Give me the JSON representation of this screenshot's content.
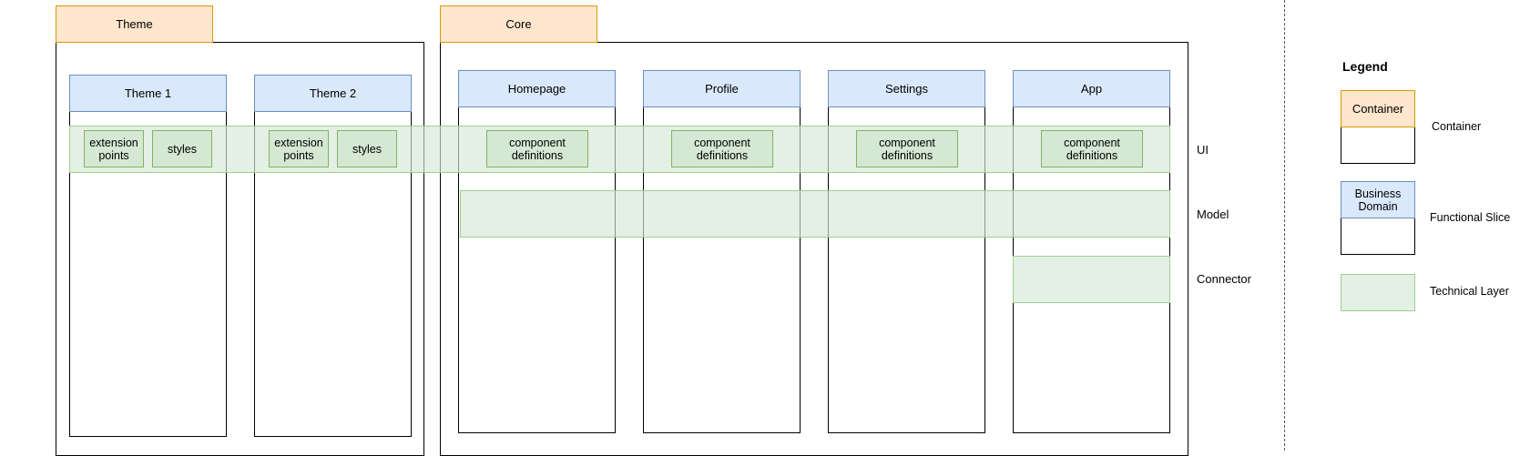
{
  "containers": {
    "theme": {
      "label": "Theme"
    },
    "core": {
      "label": "Core"
    }
  },
  "slices": {
    "theme1": {
      "label": "Theme 1"
    },
    "theme2": {
      "label": "Theme 2"
    },
    "homepage": {
      "label": "Homepage"
    },
    "profile": {
      "label": "Profile"
    },
    "settings": {
      "label": "Settings"
    },
    "app": {
      "label": "App"
    }
  },
  "components": {
    "extension_points": "extension\npoints",
    "styles": "styles",
    "component_definitions": "component\ndefinitions"
  },
  "layers": {
    "ui": "UI",
    "model": "Model",
    "connector": "Connector"
  },
  "legend": {
    "title": "Legend",
    "container_box_label": "Container",
    "container_desc": "Container",
    "slice_box_label": "Business\nDomain",
    "slice_desc": "Functional Slice",
    "layer_desc": "Technical Layer"
  },
  "colors": {
    "container_fill": "#ffe6cc",
    "container_stroke": "#d79b00",
    "slice_fill": "#dae8fc",
    "slice_stroke": "#6c8ebf",
    "layer_fill": "#d5e8d4",
    "layer_stroke": "#82b366"
  }
}
